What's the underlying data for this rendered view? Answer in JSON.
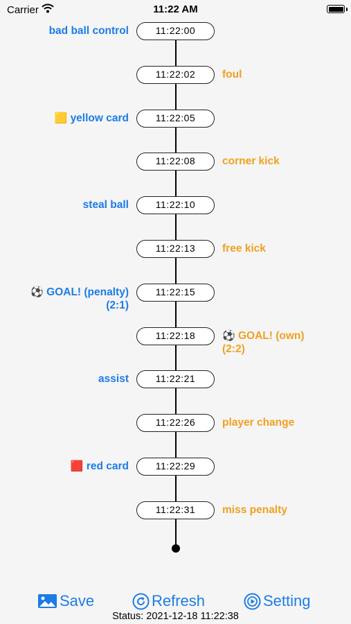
{
  "status_bar": {
    "carrier": "Carrier",
    "time": "11:22 AM"
  },
  "events": [
    {
      "time": "11:22:00",
      "side": "left",
      "text": "bad ball control"
    },
    {
      "time": "11:22:02",
      "side": "right",
      "text": "foul"
    },
    {
      "time": "11:22:05",
      "side": "left",
      "text": "yellow card",
      "icon": "🟨"
    },
    {
      "time": "11:22:08",
      "side": "right",
      "text": "corner kick"
    },
    {
      "time": "11:22:10",
      "side": "left",
      "text": "steal ball"
    },
    {
      "time": "11:22:13",
      "side": "right",
      "text": "free kick"
    },
    {
      "time": "11:22:15",
      "side": "left",
      "text": "GOAL! (penalty)",
      "text2": "(2:1)",
      "icon": "⚽"
    },
    {
      "time": "11:22:18",
      "side": "right",
      "text": "GOAL! (own)",
      "text2": "(2:2)",
      "icon": "⚽"
    },
    {
      "time": "11:22:21",
      "side": "left",
      "text": "assist"
    },
    {
      "time": "11:22:26",
      "side": "right",
      "text": "player change"
    },
    {
      "time": "11:22:29",
      "side": "left",
      "text": "red card",
      "icon": "🟥"
    },
    {
      "time": "11:22:31",
      "side": "right",
      "text": "miss penalty"
    }
  ],
  "toolbar": {
    "save_label": "Save",
    "refresh_label": "Refresh",
    "setting_label": "Setting"
  },
  "status_text": "Status: 2021-12-18 11:22:38",
  "colors": {
    "home": "#1c7ce6",
    "away": "#f0a020"
  }
}
